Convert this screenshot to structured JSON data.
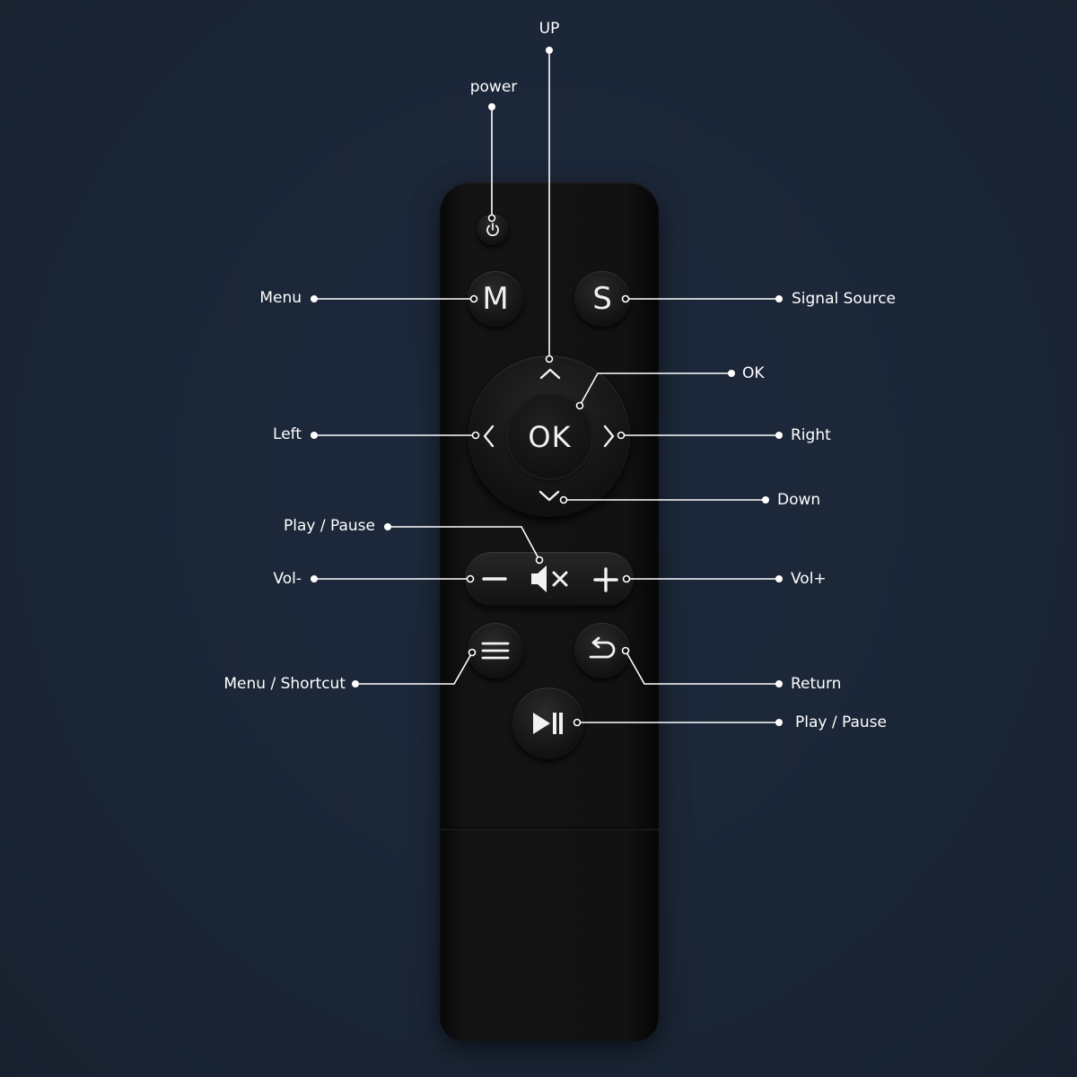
{
  "remote": {
    "buttons": {
      "power_symbol": "⏻",
      "menu": "M",
      "source": "S",
      "ok": "OK"
    }
  },
  "labels": {
    "up": "UP",
    "power": "power",
    "menu": "Menu",
    "signal_source": "Signal Source",
    "ok": "OK",
    "left": "Left",
    "right": "Right",
    "down": "Down",
    "play_pause_mute": "Play / Pause",
    "vol_minus": "Vol-",
    "vol_plus": "Vol+",
    "menu_shortcut": "Menu / Shortcut",
    "return": "Return",
    "play_pause": "Play / Pause"
  },
  "colors": {
    "background": "#1b2637",
    "remote": "#121212",
    "callout": "#ffffff"
  }
}
